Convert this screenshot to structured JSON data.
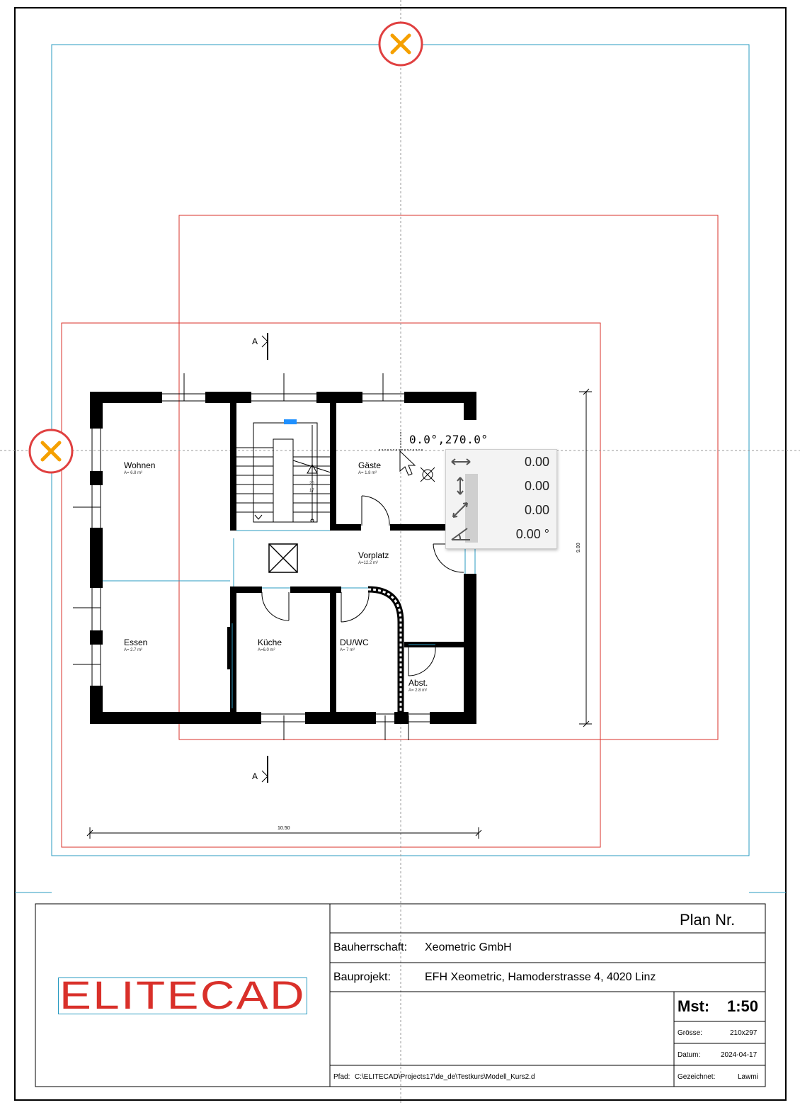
{
  "rooms": [
    {
      "name": "Wohnen",
      "area": "A= 6.8 m²"
    },
    {
      "name": "Gäste",
      "area": "A= 1.8 m²"
    },
    {
      "name": "Vorplatz",
      "area": "A=12.2 m²"
    },
    {
      "name": "Küche",
      "area": "A=6.0 m²"
    },
    {
      "name": "Essen",
      "area": "A= 2.7 m²"
    },
    {
      "name": "DU/WC",
      "area": "A= 7 m²"
    },
    {
      "name": "Abst.",
      "area": "A= 2.8 m²"
    }
  ],
  "section_marks": {
    "top": "A",
    "bottom": "A"
  },
  "stair_labels": {
    "a": "20",
    "b": "17"
  },
  "dimensions": {
    "width": "10.50",
    "height": "9.00"
  },
  "cursor_readout": "0.0°,270.0°",
  "coord_panel": {
    "rows": [
      {
        "icon": "horizontal-arrow-icon",
        "value": "0.00"
      },
      {
        "icon": "vertical-arrow-icon",
        "value": "0.00"
      },
      {
        "icon": "diagonal-arrow-icon",
        "value": "0.00"
      },
      {
        "icon": "angle-icon",
        "value": "0.00 °"
      }
    ]
  },
  "markers": [
    {
      "icon": "close-icon",
      "name": "top-marker"
    },
    {
      "icon": "close-icon",
      "name": "left-marker"
    }
  ],
  "title_block": {
    "logo_text": "ELITECAD",
    "plan_nr_label": "Plan Nr.",
    "client_label": "Bauherrschaft:",
    "client_value": "Xeometric GmbH",
    "project_label": "Bauprojekt:",
    "project_value": "EFH Xeometric, Hamoderstrasse 4, 4020 Linz",
    "scale_label": "Mst:",
    "scale_value": "1:50",
    "size_label": "Grösse:",
    "size_value": "210x297",
    "date_label": "Datum:",
    "date_value": "2024-04-17",
    "drawn_label": "Gezeichnet:",
    "drawn_value": "Lawmi",
    "path_label": "Pfad:",
    "path_value": "C:\\ELITECAD\\Projects17\\de_de\\Testkurs\\Modell_Kurs2.d"
  },
  "colors": {
    "frame_red": "#d9302a",
    "frame_cyan": "#2a9bc2",
    "marker_orange": "#f5a000",
    "marker_ring": "#e04040",
    "logo_red": "#d9302a",
    "accent_blue": "#1e90ff"
  }
}
